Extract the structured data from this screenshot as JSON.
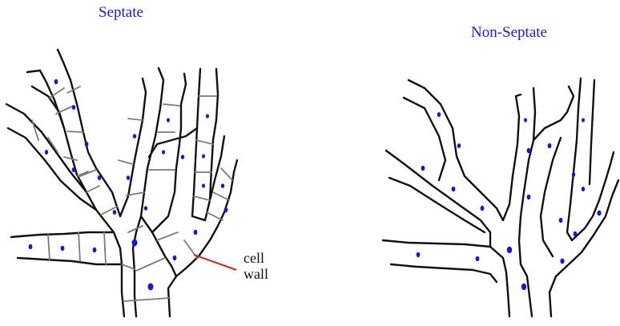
{
  "diagram": {
    "left_panel": {
      "title": "Septate"
    },
    "right_panel": {
      "title": "Non-Septate"
    },
    "annotation": {
      "line1": "cell",
      "line2": "wall"
    },
    "colors": {
      "title_text": "#1a1ad8",
      "hypha_wall": "#111111",
      "septum": "#7a7a7a",
      "nucleus": "#1616e0",
      "pointer": "#d42020"
    }
  }
}
